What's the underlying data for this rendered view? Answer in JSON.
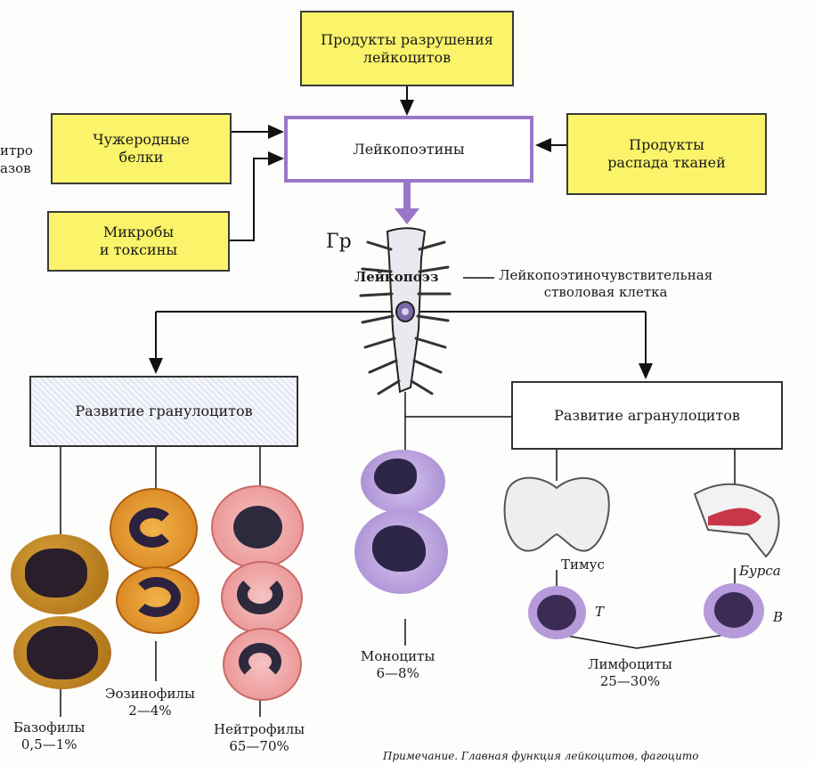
{
  "boxes": {
    "destruction": "Продукты разрушения\nлейкоцитов",
    "leukopoietins": "Лейкопоэтины",
    "foreign_proteins": "Чужеродные\nбелки",
    "microbes": "Микробы\nи токсины",
    "tissue_decay": "Продукты\nраспада тканей",
    "granulocyte_dev": "Развитие гранулоцитов",
    "agranulocyte_dev": "Развитие агранулоцитов"
  },
  "labels": {
    "cut_left_1": "итро",
    "cut_left_2": "азов",
    "gr": "Гр",
    "leukopoiesis": "Лейкопоэз",
    "stem_cell": "Лейкопоэтиночувствительная\nстволовая клетка",
    "thymus": "Тимус",
    "bursa": "Бурса",
    "t_letter": "T",
    "b_letter": "B",
    "basophils": "Базофилы\n0,5—1%",
    "eosinophils": "Эозинофилы\n2—4%",
    "neutrophils": "Нейтрофилы\n65—70%",
    "monocytes": "Моноциты\n6—8%",
    "lymphocytes": "Лимфоциты\n25—30%",
    "footnote": "Примечание. Главная функция лейкоцитов, фагоцито"
  },
  "icons": [
    "bone-marrow-icon",
    "basophil-icon",
    "eosinophil-icon",
    "neutrophil-icon",
    "monocyte-icon",
    "thymus-icon",
    "bursa-icon",
    "lymphocyte-icon"
  ],
  "colors": {
    "yellow": "#fbf46a",
    "violet": "#9a76c8",
    "basophil": "#c98a1a",
    "eosinophil": "#e59a2a",
    "neutrophil": "#f1a7a7",
    "monocyte": "#b79ad9"
  }
}
